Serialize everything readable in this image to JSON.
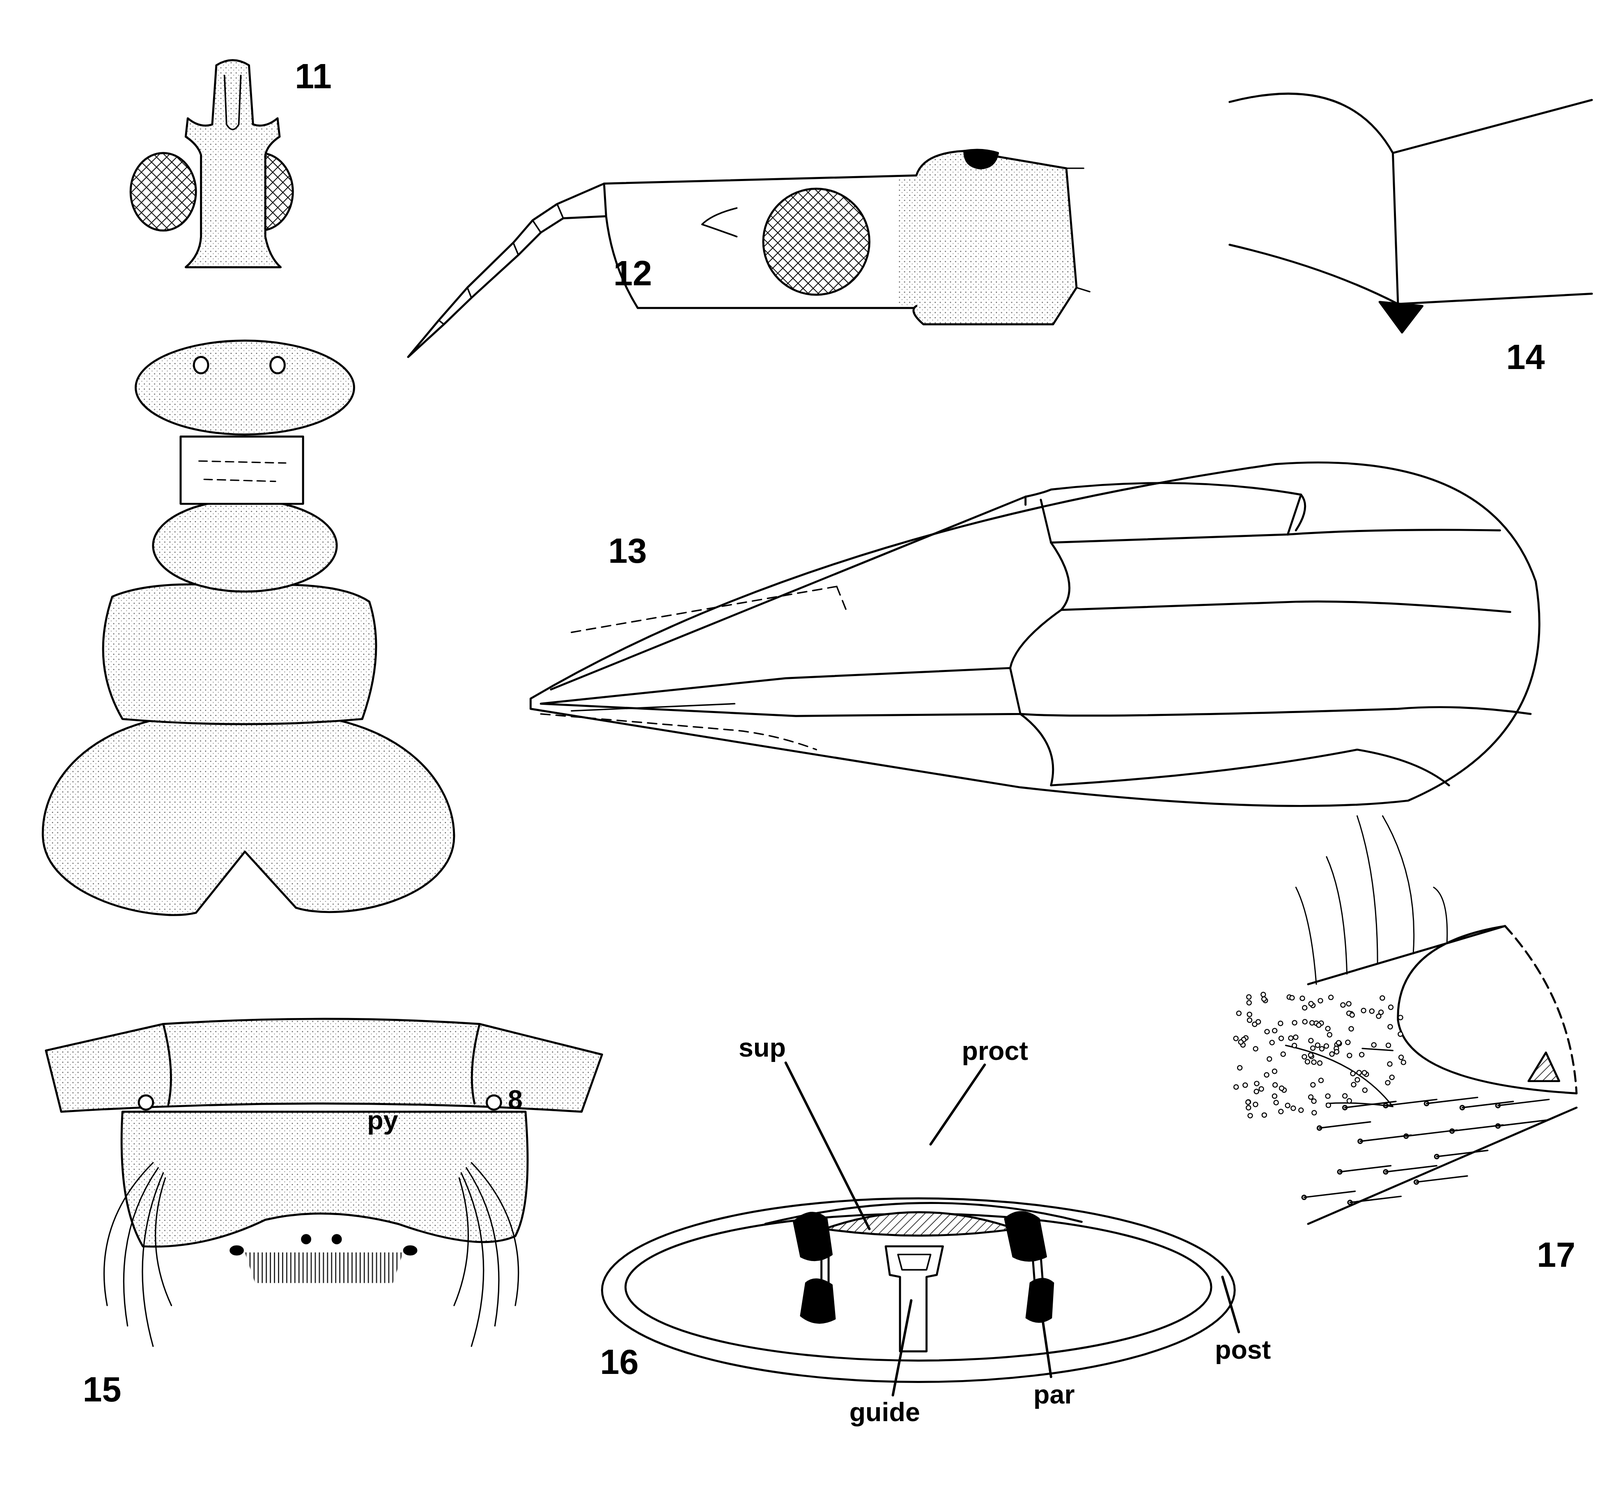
{
  "diagram": {
    "labels": [
      "11",
      "12",
      "14",
      "13",
      "15",
      "8",
      "py",
      "sup",
      "proct",
      "16",
      "guide",
      "par",
      "post",
      "17"
    ]
  }
}
